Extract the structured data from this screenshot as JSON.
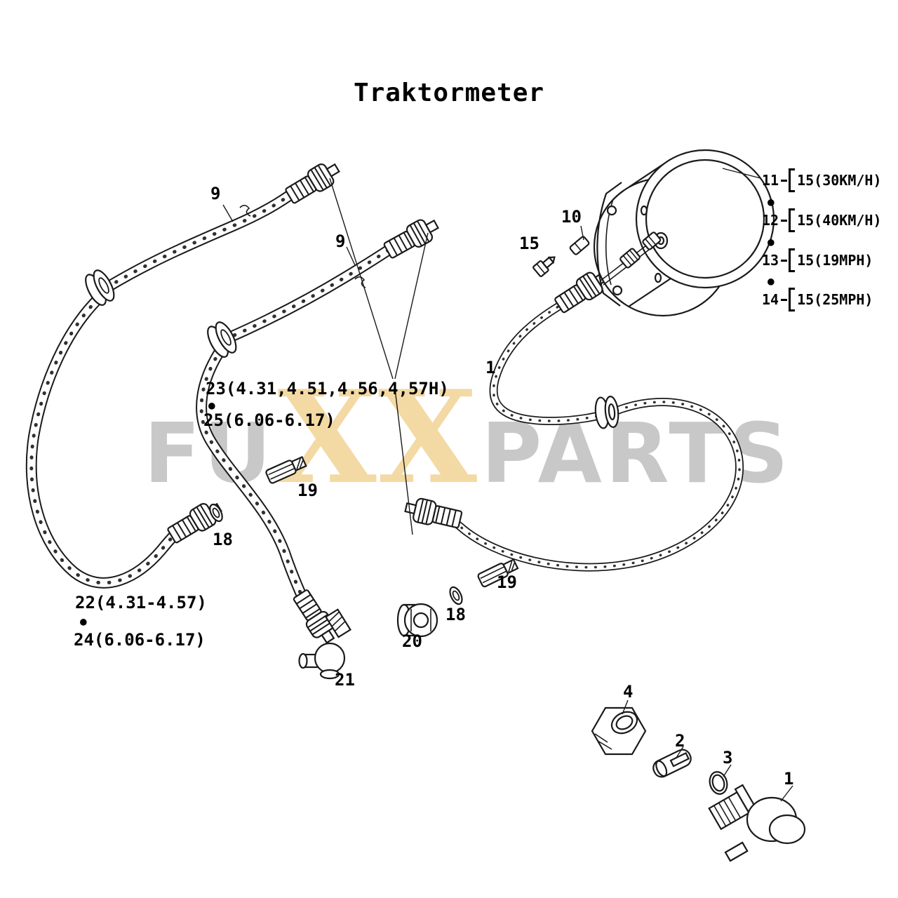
{
  "title": "Traktormeter",
  "bullet": "●",
  "watermark": {
    "part1": "FU",
    "part2": "XX",
    "part3": "PARTS"
  },
  "colors": {
    "background": "#ffffff",
    "line": "#1a1a1a",
    "watermark_gray": "#c8c8c8",
    "watermark_tan": "#f3d9a3"
  },
  "callouts": [
    {
      "part": "9",
      "text": "9"
    },
    {
      "part": "9",
      "text": "9"
    },
    {
      "part": "10",
      "text": "10"
    },
    {
      "part": "15",
      "text": "15"
    },
    {
      "part": "1",
      "text": "1"
    },
    {
      "part": "23",
      "text": "23(4.31,4.51,4.56,4,57H)"
    },
    {
      "part": "25",
      "text": "25(6.06-6.17)"
    },
    {
      "part": "19",
      "text": "19"
    },
    {
      "part": "18",
      "text": "18"
    },
    {
      "part": "19",
      "text": "19"
    },
    {
      "part": "18",
      "text": "18"
    },
    {
      "part": "20",
      "text": "20"
    },
    {
      "part": "22",
      "text": "22(4.31-4.57)"
    },
    {
      "part": "24",
      "text": "24(6.06-6.17)"
    },
    {
      "part": "21",
      "text": "21"
    },
    {
      "part": "4",
      "text": "4"
    },
    {
      "part": "2",
      "text": "2"
    },
    {
      "part": "3",
      "text": "3"
    },
    {
      "part": "1",
      "text": "1"
    }
  ],
  "speed_variants": [
    {
      "num": "11",
      "value": "15(30KM/H)"
    },
    {
      "num": "12",
      "value": "15(40KM/H)"
    },
    {
      "num": "13",
      "value": "15(19MPH)"
    },
    {
      "num": "14",
      "value": "15(25MPH)"
    }
  ]
}
